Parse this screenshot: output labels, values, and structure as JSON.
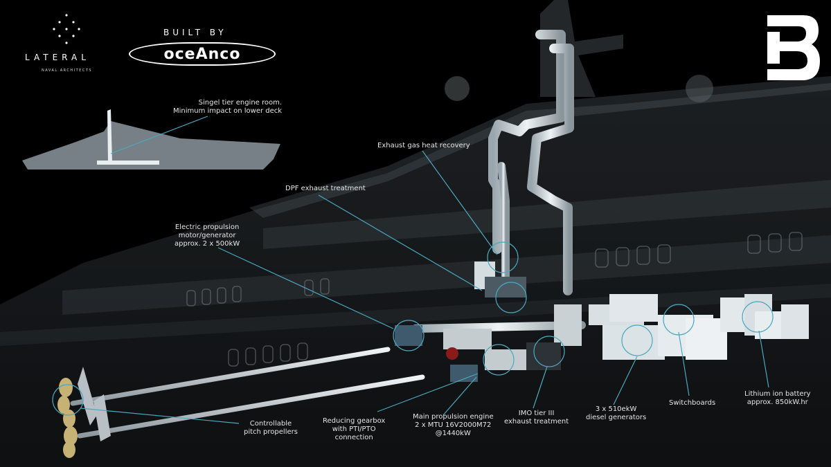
{
  "branding": {
    "lateral_name": "LATERAL",
    "lateral_sub": "NAVAL ARCHITECTS",
    "built_by": "BUILT BY",
    "oceanco": "oceAnco",
    "logo_mark_icon": "B3-logo-icon"
  },
  "colors": {
    "background": "#000000",
    "callout_line": "#4aa8bf",
    "hull": "#9aa3aa",
    "piping": "#dfe6ea"
  },
  "callouts": {
    "single_tier": [
      "Singel tier engine room.",
      "Minimum impact on lower deck"
    ],
    "exhaust_heat": [
      "Exhaust gas heat recovery"
    ],
    "dpf": [
      "DPF exhaust treatment"
    ],
    "electric_motor": [
      "Electric propulsion",
      "motor/generator",
      "approx. 2 x 500kW"
    ],
    "propellers": [
      "Controllable",
      "pitch propellers"
    ],
    "gearbox": [
      "Reducing gearbox",
      "with PTI/PTO",
      "connection"
    ],
    "main_engine": [
      "Main propulsion engine",
      "2 x MTU 16V2000M72",
      "@1440kW"
    ],
    "imo": [
      "IMO tier III",
      "exhaust treatment"
    ],
    "generators": [
      "3 x 510ekW",
      "diesel generators"
    ],
    "switchboards": [
      "Switchboards"
    ],
    "battery": [
      "Lithium ion battery",
      "approx. 850kW.hr"
    ]
  }
}
